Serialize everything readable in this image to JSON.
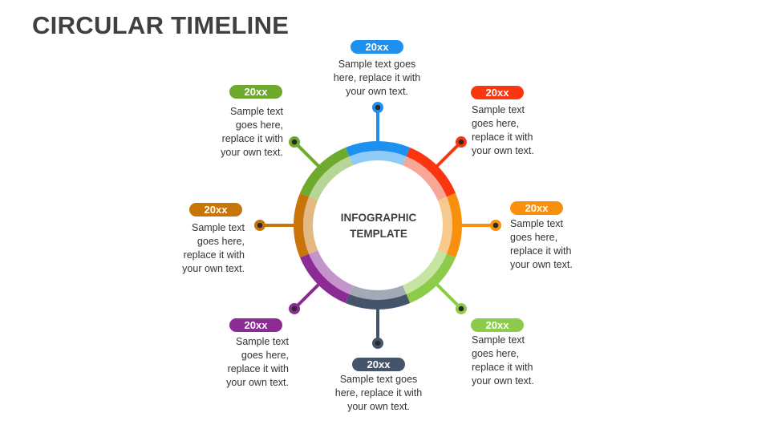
{
  "title": "CIRCULAR TIMELINE",
  "center": {
    "line1": "INFOGRAPHIC",
    "line2": "TEMPLATE"
  },
  "items": [
    {
      "label": "20xx",
      "text_lines": [
        "Sample text goes",
        "here, replace it with",
        "your own text."
      ],
      "color": "#1E90F0",
      "light": "#8FCBF6"
    },
    {
      "label": "20xx",
      "text_lines": [
        "Sample text",
        "goes here,",
        "replace it with",
        "your own text."
      ],
      "color": "#FA3611",
      "light": "#F8A796"
    },
    {
      "label": "20xx",
      "text_lines": [
        "Sample text",
        "goes here,",
        "replace it with",
        "your own text."
      ],
      "color": "#F8900D",
      "light": "#F8C98C"
    },
    {
      "label": "20xx",
      "text_lines": [
        "Sample text",
        "goes here,",
        "replace it with",
        "your own text."
      ],
      "color": "#8DCB4B",
      "light": "#C6E5A3"
    },
    {
      "label": "20xx",
      "text_lines": [
        "Sample text goes",
        "here, replace it with",
        "your own text."
      ],
      "color": "#44546A",
      "light": "#A2AAB5"
    },
    {
      "label": "20xx",
      "text_lines": [
        "Sample text",
        "goes here,",
        "replace it with",
        "your own text."
      ],
      "color": "#8C2A96",
      "light": "#C594CB"
    },
    {
      "label": "20xx",
      "text_lines": [
        "Sample text",
        "goes here,",
        "replace it with",
        "your own text."
      ],
      "color": "#C87408",
      "light": "#E3B983"
    },
    {
      "label": "20xx",
      "text_lines": [
        "Sample text",
        "goes here,",
        "replace it with",
        "your own text."
      ],
      "color": "#6DAA2D",
      "light": "#B6D596"
    }
  ]
}
